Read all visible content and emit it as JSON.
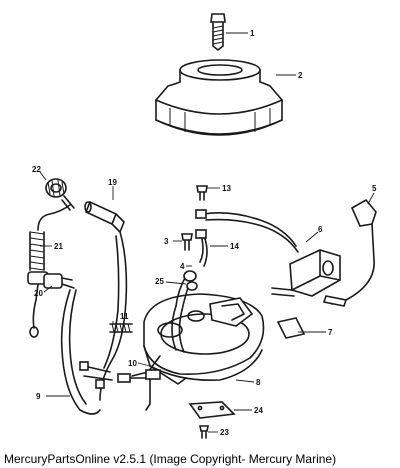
{
  "caption": "MercuryPartsOnline v2.5.1 (Image Copyright- Mercury Marine)",
  "callouts": {
    "c1": "1",
    "c2": "2",
    "c3": "3",
    "c4": "4",
    "c5": "5",
    "c6": "6",
    "c7": "7",
    "c8": "8",
    "c9": "9",
    "c10": "10",
    "c11": "11",
    "c13": "13",
    "c14": "14",
    "c19": "19",
    "c20": "20",
    "c21": "21",
    "c22": "22",
    "c23": "23",
    "c24": "24",
    "c25": "25"
  }
}
